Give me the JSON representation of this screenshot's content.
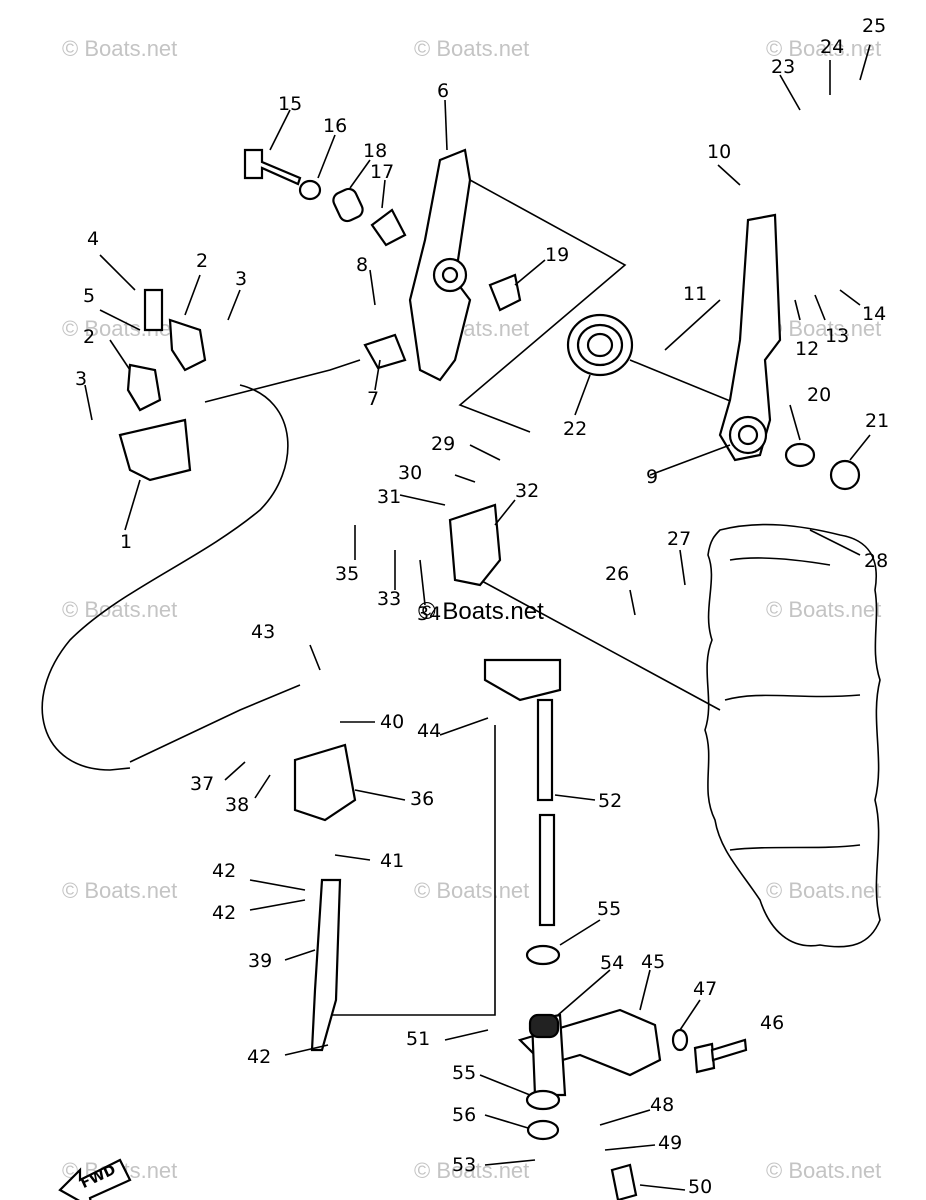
{
  "watermark": "© Boats.net",
  "center_label": "© Boats.net",
  "fwd_label": "FWD",
  "parts": [
    "1",
    "2",
    "2",
    "3",
    "3",
    "4",
    "5",
    "6",
    "7",
    "8",
    "9",
    "10",
    "11",
    "12",
    "13",
    "14",
    "15",
    "16",
    "17",
    "18",
    "19",
    "20",
    "21",
    "22",
    "23",
    "24",
    "25",
    "26",
    "27",
    "28",
    "29",
    "30",
    "31",
    "32",
    "33",
    "34",
    "35",
    "36",
    "37",
    "38",
    "39",
    "40",
    "41",
    "42",
    "42",
    "42",
    "43",
    "44",
    "45",
    "46",
    "47",
    "48",
    "49",
    "50",
    "51",
    "52",
    "53",
    "54",
    "55",
    "55",
    "56"
  ]
}
